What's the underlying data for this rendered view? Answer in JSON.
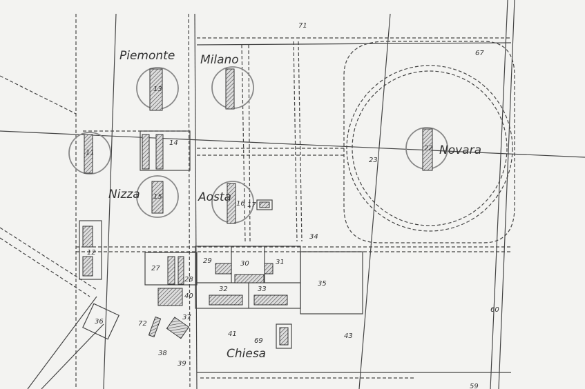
{
  "blocks": {
    "piemonte": "Piemonte",
    "milano": "Milano",
    "nizza": "Nizza",
    "aosta": "Aosta",
    "novara": "Novara",
    "chiesa": "Chiesa"
  },
  "numbers": {
    "n71": "71",
    "n67": "67",
    "n14": "14",
    "n23": "23",
    "n22": "22",
    "n34": "34",
    "n27": "27",
    "n28": "28",
    "n29": "29",
    "n30": "30",
    "n31": "31",
    "n32": "32",
    "n33": "33",
    "n35": "35",
    "n36": "36",
    "n37": "37",
    "n38": "38",
    "n39": "39",
    "n40": "40",
    "n41": "41",
    "n43": "43",
    "n59": "59",
    "n60": "60",
    "n69": "69",
    "n72": "72",
    "n12": "12",
    "n13": "13",
    "n15": "15",
    "n16": "16",
    "n11": "11",
    "n17": "17"
  }
}
